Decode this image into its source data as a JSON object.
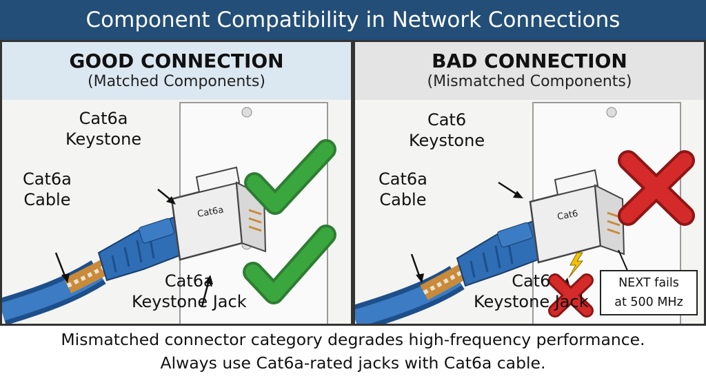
{
  "header": {
    "title": "Component Compatibility in Network Connections"
  },
  "good": {
    "title": "GOOD CONNECTION",
    "subtitle": "(Matched Components)",
    "keystone_label": "Cat6a\nKeystone",
    "cable_label": "Cat6a\nCable",
    "jack_label": "Cat6a\nKeystone Jack",
    "jack_marking": "Cat6a",
    "status": "check"
  },
  "bad": {
    "title": "BAD CONNECTION",
    "subtitle": "(Mismatched Components)",
    "keystone_label": "Cat6\nKeystone",
    "cable_label": "Cat6a\nCable",
    "jack_label": "Cat6\nKeystone Jack",
    "jack_marking": "Cat6",
    "callout": "NEXT fails\nat 500 MHz",
    "status": "cross"
  },
  "caption": {
    "line1": "Mismatched connector category degrades high-frequency performance.",
    "line2": "Always use Cat6a-rated jacks with Cat6a cable."
  },
  "colors": {
    "header_bg": "#234e78",
    "cable_blue": "#2f6db5",
    "check_green": "#3aa63e",
    "cross_red": "#d42a2a"
  }
}
